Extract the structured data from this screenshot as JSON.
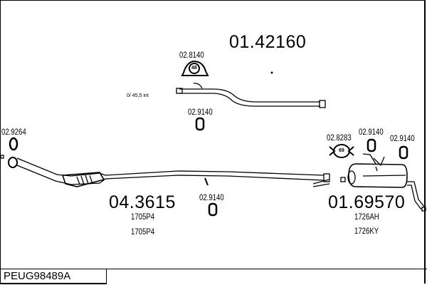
{
  "reference": "PEUG98489A",
  "parts": {
    "front_pipe": {
      "number": "01.42160",
      "note": "0/ 45,5 int"
    },
    "catalyst_pipe": {
      "number": "04.3615",
      "codes": [
        "1705P4",
        "1705P4"
      ]
    },
    "rear_silencer": {
      "number": "01.69570",
      "codes": [
        "1726AH",
        "1726KY"
      ]
    }
  },
  "fittings": {
    "clamp_top": {
      "number": "02.8140",
      "size": "48"
    },
    "rubber_mid": {
      "number": "02.9140"
    },
    "gasket_left": {
      "number": "02.9264"
    },
    "rubber_bottom": {
      "number": "02.9140"
    },
    "clamp_right": {
      "number": "02.8283",
      "size": "69"
    },
    "rubber_right_1": {
      "number": "02.9140"
    },
    "rubber_right_2": {
      "number": "02.9140"
    }
  }
}
